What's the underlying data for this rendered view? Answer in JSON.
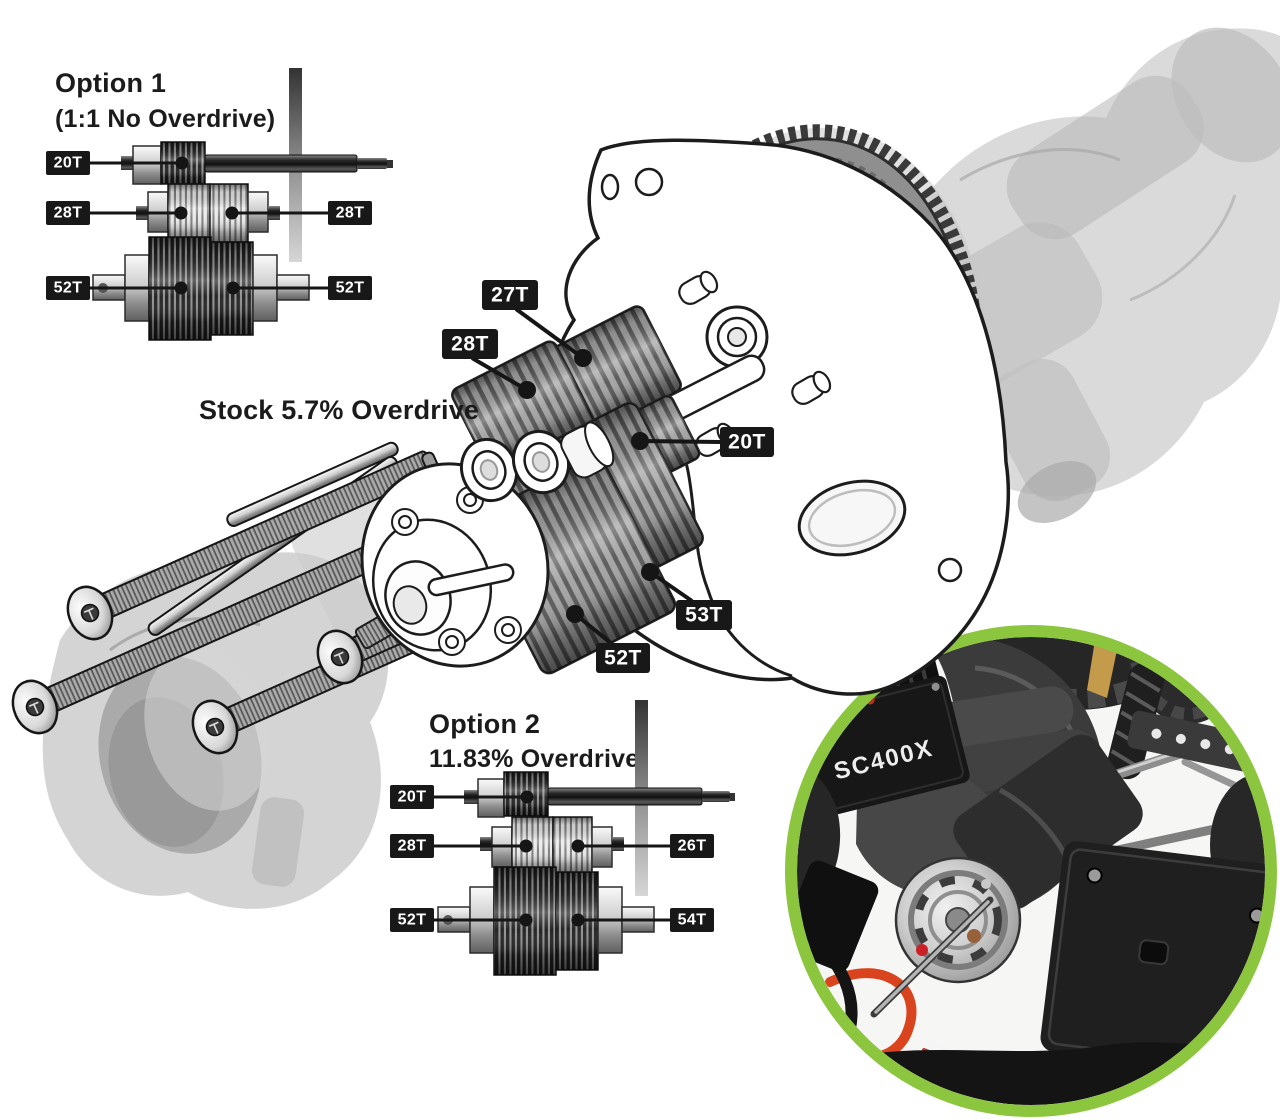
{
  "option1": {
    "title": "Option 1",
    "subtitle": "(1:1 No Overdrive)",
    "labels": [
      "20T",
      "28T",
      "28T",
      "52T",
      "52T"
    ]
  },
  "stock": {
    "title": "Stock 5.7% Overdrive",
    "labels": [
      "27T",
      "28T",
      "20T",
      "53T",
      "52T"
    ]
  },
  "option2": {
    "title": "Option 2",
    "subtitle": "11.83% Overdrive",
    "labels": [
      "20T",
      "28T",
      "26T",
      "52T",
      "54T"
    ]
  },
  "photo": {
    "esc_label": "SC400X",
    "border_color": "#8CC63E"
  },
  "colors": {
    "accent_green": "#8CC63E",
    "callout_bg": "#181818",
    "callout_text": "#ffffff",
    "ghost_gray": "#c7c7c7",
    "gear_gray": "#8f8f8f",
    "line_black": "#1c1c1c"
  }
}
